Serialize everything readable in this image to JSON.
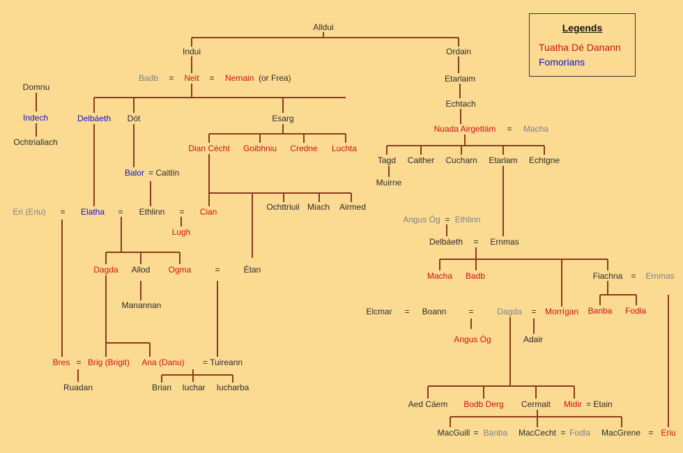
{
  "legend": {
    "title": "Legends",
    "items": [
      {
        "label": "Tuatha Dé Danann",
        "color": "#cc1111"
      },
      {
        "label": "Fomorians",
        "color": "#1111cc"
      }
    ]
  },
  "colors": {
    "neutral": "#2a2a2a",
    "danann": "#cc1111",
    "fomorian": "#1111cc",
    "other": "#7a7f8a",
    "line": "#8b3a1a"
  },
  "labels": [
    {
      "t": "Alldui",
      "c": "n"
    },
    {
      "t": "Indui",
      "c": "n"
    },
    {
      "t": "Ordain",
      "c": "n"
    },
    {
      "t": "Badb",
      "c": "g"
    },
    {
      "t": "=",
      "c": "n"
    },
    {
      "t": "Neit",
      "c": "r"
    },
    {
      "t": "=",
      "c": "n"
    },
    {
      "t": "Nemain",
      "c": "r"
    },
    {
      "t": "(or Frea)",
      "c": "n"
    },
    {
      "t": "Domnu",
      "c": "n"
    },
    {
      "t": "Indech",
      "c": "b"
    },
    {
      "t": "Ochtriallach",
      "c": "n"
    },
    {
      "t": "Delbáeth",
      "c": "b"
    },
    {
      "t": "Dót",
      "c": "n"
    },
    {
      "t": "Esarg",
      "c": "n"
    },
    {
      "t": "Dian Cécht",
      "c": "r"
    },
    {
      "t": "Goibhniu",
      "c": "r"
    },
    {
      "t": "Credne",
      "c": "r"
    },
    {
      "t": "Luchta",
      "c": "r"
    },
    {
      "t": "Balor",
      "c": "b"
    },
    {
      "t": "= Caitlín",
      "c": "n"
    },
    {
      "t": "Eri (Eriu)",
      "c": "g"
    },
    {
      "t": "=",
      "c": "n"
    },
    {
      "t": "Elatha",
      "c": "b"
    },
    {
      "t": "=",
      "c": "n"
    },
    {
      "t": "Ethlinn",
      "c": "n"
    },
    {
      "t": "=",
      "c": "n"
    },
    {
      "t": "Cian",
      "c": "r"
    },
    {
      "t": "Lugh",
      "c": "r"
    },
    {
      "t": "Ochttriuil",
      "c": "n"
    },
    {
      "t": "Miach",
      "c": "n"
    },
    {
      "t": "Airmed",
      "c": "n"
    },
    {
      "t": "Dagda",
      "c": "r"
    },
    {
      "t": "Allod",
      "c": "n"
    },
    {
      "t": "Ogma",
      "c": "r"
    },
    {
      "t": "=",
      "c": "n"
    },
    {
      "t": "Étan",
      "c": "n"
    },
    {
      "t": "Manannan",
      "c": "n"
    },
    {
      "t": "Bres",
      "c": "r"
    },
    {
      "t": "=",
      "c": "n"
    },
    {
      "t": "Brig (Brigit)",
      "c": "r"
    },
    {
      "t": "Ana (Danu)",
      "c": "r"
    },
    {
      "t": "= Tuireann",
      "c": "n"
    },
    {
      "t": "Ruadan",
      "c": "n"
    },
    {
      "t": "Brian",
      "c": "n"
    },
    {
      "t": "Iuchar",
      "c": "n"
    },
    {
      "t": "Iucharba",
      "c": "n"
    },
    {
      "t": "Etarlaim",
      "c": "n"
    },
    {
      "t": "Echtach",
      "c": "n"
    },
    {
      "t": "Nuada Airgetlám",
      "c": "r"
    },
    {
      "t": "=",
      "c": "n"
    },
    {
      "t": "Macha",
      "c": "g"
    },
    {
      "t": "Tagd",
      "c": "n"
    },
    {
      "t": "Caither",
      "c": "n"
    },
    {
      "t": "Cucharn",
      "c": "n"
    },
    {
      "t": "Etarlam",
      "c": "n"
    },
    {
      "t": "Echtgne",
      "c": "n"
    },
    {
      "t": "Muirne",
      "c": "n"
    },
    {
      "t": "Angus Óg",
      "c": "g"
    },
    {
      "t": "=",
      "c": "n"
    },
    {
      "t": "Ethlinn",
      "c": "g"
    },
    {
      "t": "Delbáeth",
      "c": "n"
    },
    {
      "t": "=",
      "c": "n"
    },
    {
      "t": "Ernmas",
      "c": "n"
    },
    {
      "t": "Macha",
      "c": "r"
    },
    {
      "t": "Badb",
      "c": "r"
    },
    {
      "t": "Fiachna",
      "c": "n"
    },
    {
      "t": "=",
      "c": "n"
    },
    {
      "t": "Ernmas",
      "c": "g"
    },
    {
      "t": "Elcmar",
      "c": "n"
    },
    {
      "t": "=",
      "c": "n"
    },
    {
      "t": "Boann",
      "c": "n"
    },
    {
      "t": "=",
      "c": "n"
    },
    {
      "t": "Dagda",
      "c": "g"
    },
    {
      "t": "=",
      "c": "n"
    },
    {
      "t": "Morrígan",
      "c": "r"
    },
    {
      "t": "Banba",
      "c": "r"
    },
    {
      "t": "Fodla",
      "c": "r"
    },
    {
      "t": "Angus Óg",
      "c": "r"
    },
    {
      "t": "Adair",
      "c": "n"
    },
    {
      "t": "Aed Cáem",
      "c": "n"
    },
    {
      "t": "Bodb Derg",
      "c": "r"
    },
    {
      "t": "Cermait",
      "c": "n"
    },
    {
      "t": "Midir",
      "c": "r"
    },
    {
      "t": "= Etain",
      "c": "n"
    },
    {
      "t": "MacGuill",
      "c": "n"
    },
    {
      "t": "=",
      "c": "n"
    },
    {
      "t": "Banba",
      "c": "g"
    },
    {
      "t": "MacCecht",
      "c": "n"
    },
    {
      "t": "=",
      "c": "n"
    },
    {
      "t": "Fodla",
      "c": "g"
    },
    {
      "t": "MacGrene",
      "c": "n"
    },
    {
      "t": "=",
      "c": "n"
    },
    {
      "t": "Eriu",
      "c": "r"
    }
  ]
}
